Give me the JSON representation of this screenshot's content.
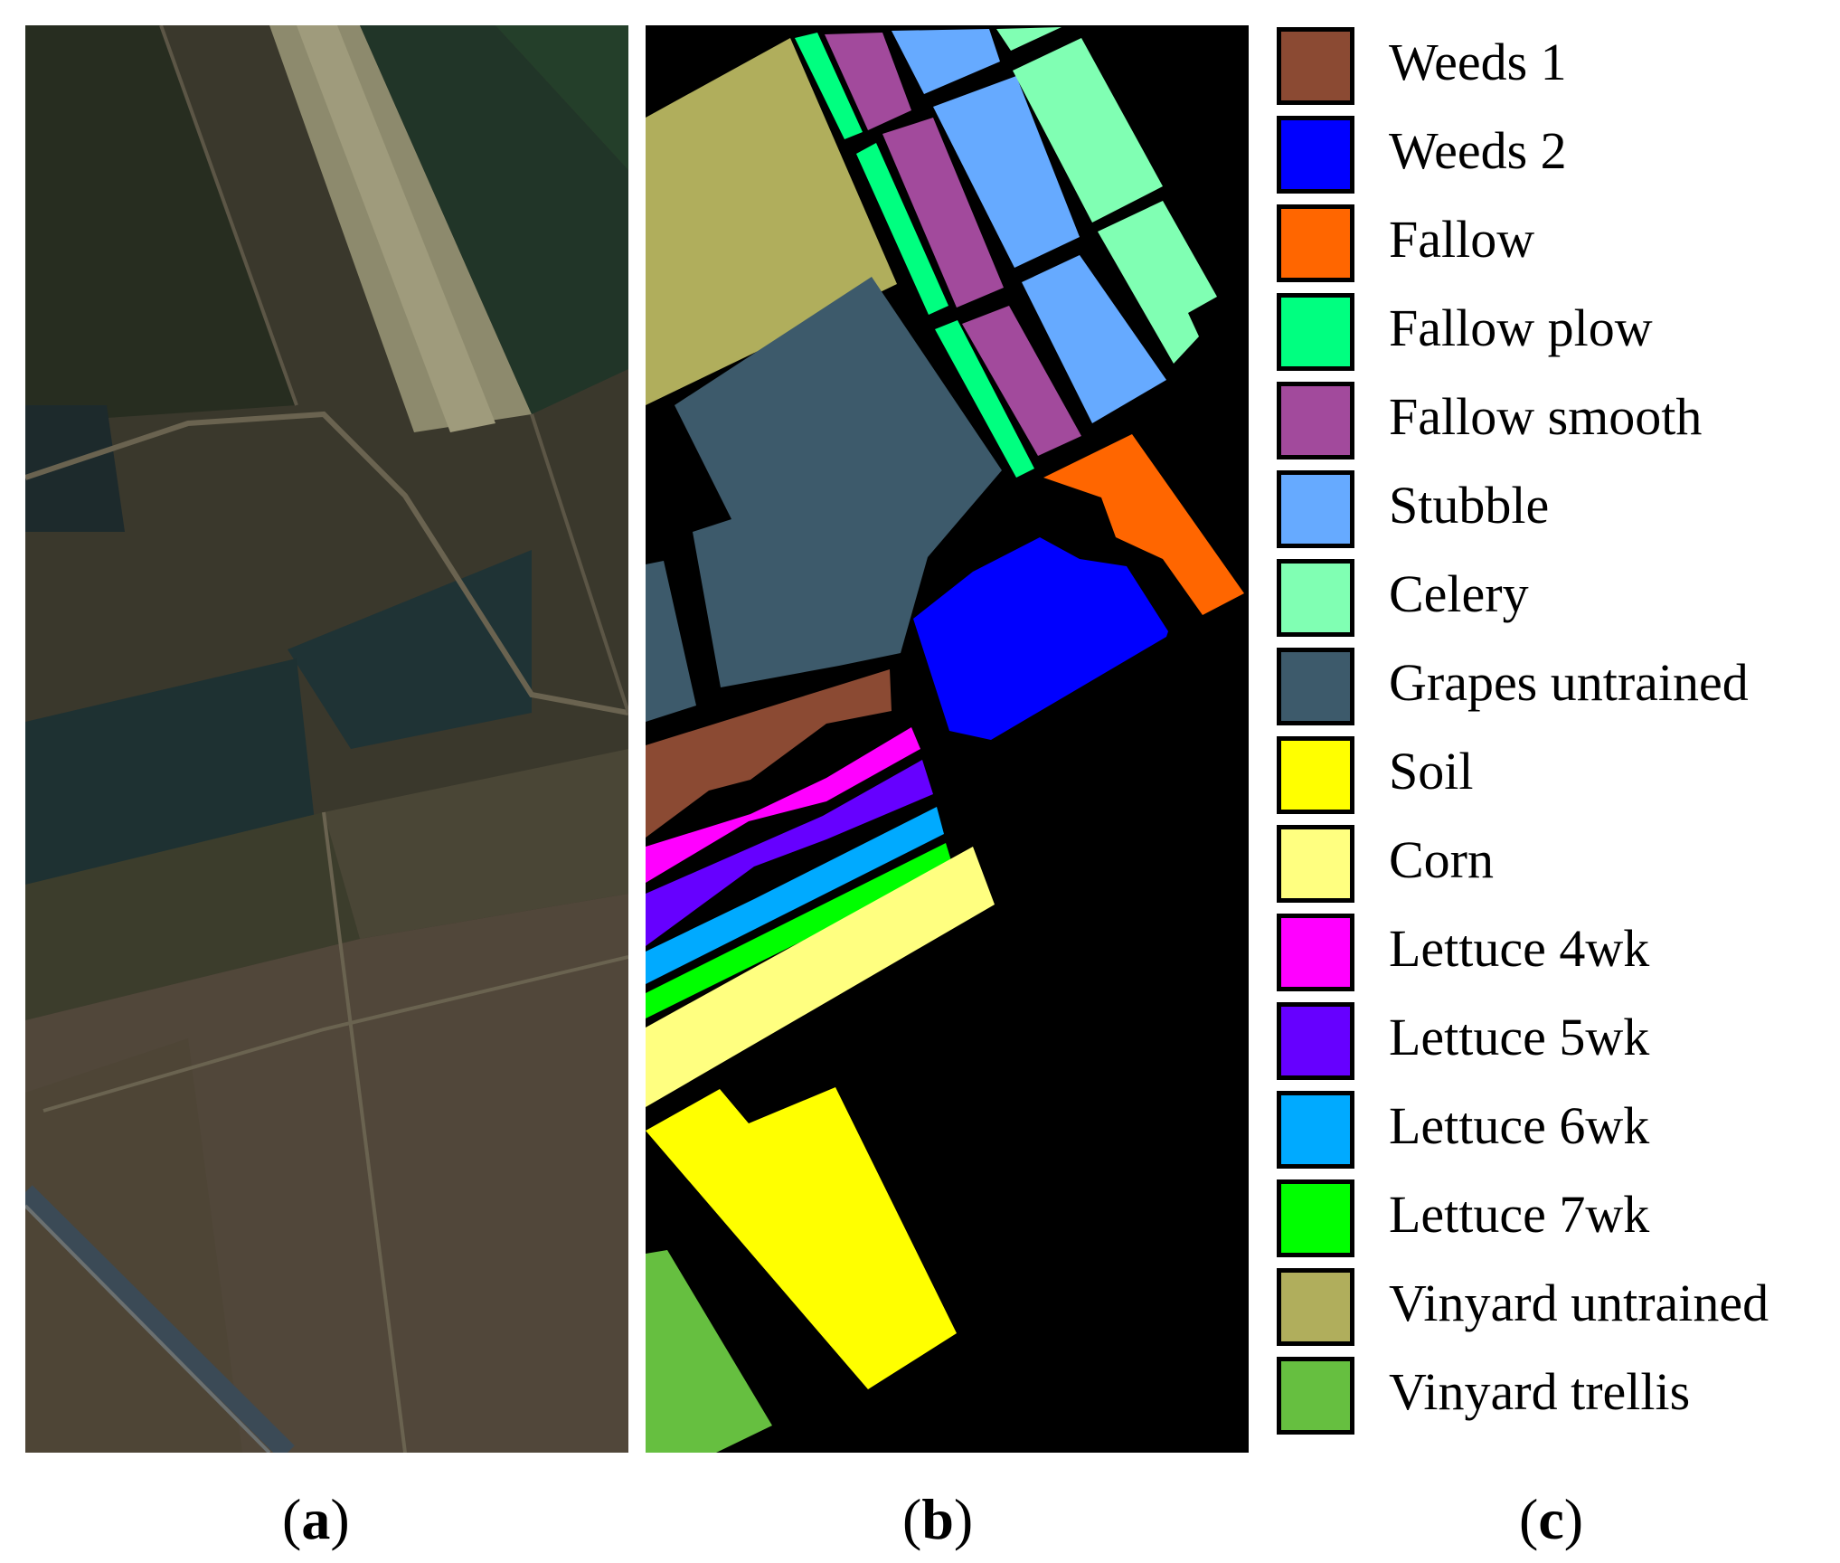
{
  "panels": {
    "a": {
      "caption_open": "(",
      "caption_letter": "a",
      "caption_close": ")"
    },
    "b": {
      "caption_open": "(",
      "caption_letter": "b",
      "caption_close": ")"
    },
    "c": {
      "caption_open": "(",
      "caption_letter": "c",
      "caption_close": ")"
    }
  },
  "legend": [
    {
      "label": "Weeds 1",
      "color": "#8b4a33"
    },
    {
      "label": "Weeds 2",
      "color": "#0000ff"
    },
    {
      "label": "Fallow",
      "color": "#ff6600"
    },
    {
      "label": "Fallow plow",
      "color": "#00ff80"
    },
    {
      "label": "Fallow smooth",
      "color": "#a24a9c"
    },
    {
      "label": "Stubble",
      "color": "#66aaff"
    },
    {
      "label": "Celery",
      "color": "#80ffb3"
    },
    {
      "label": "Grapes untrained",
      "color": "#3d5a6b"
    },
    {
      "label": "Soil",
      "color": "#ffff00"
    },
    {
      "label": "Corn",
      "color": "#ffff80"
    },
    {
      "label": "Lettuce 4wk",
      "color": "#ff00ff"
    },
    {
      "label": "Lettuce 5wk",
      "color": "#6600ff"
    },
    {
      "label": "Lettuce 6wk",
      "color": "#00aaff"
    },
    {
      "label": "Lettuce 7wk",
      "color": "#00ff00"
    },
    {
      "label": "Vinyard untrained",
      "color": "#b0ae5c"
    },
    {
      "label": "Vinyard trellis",
      "color": "#66bf40"
    }
  ]
}
